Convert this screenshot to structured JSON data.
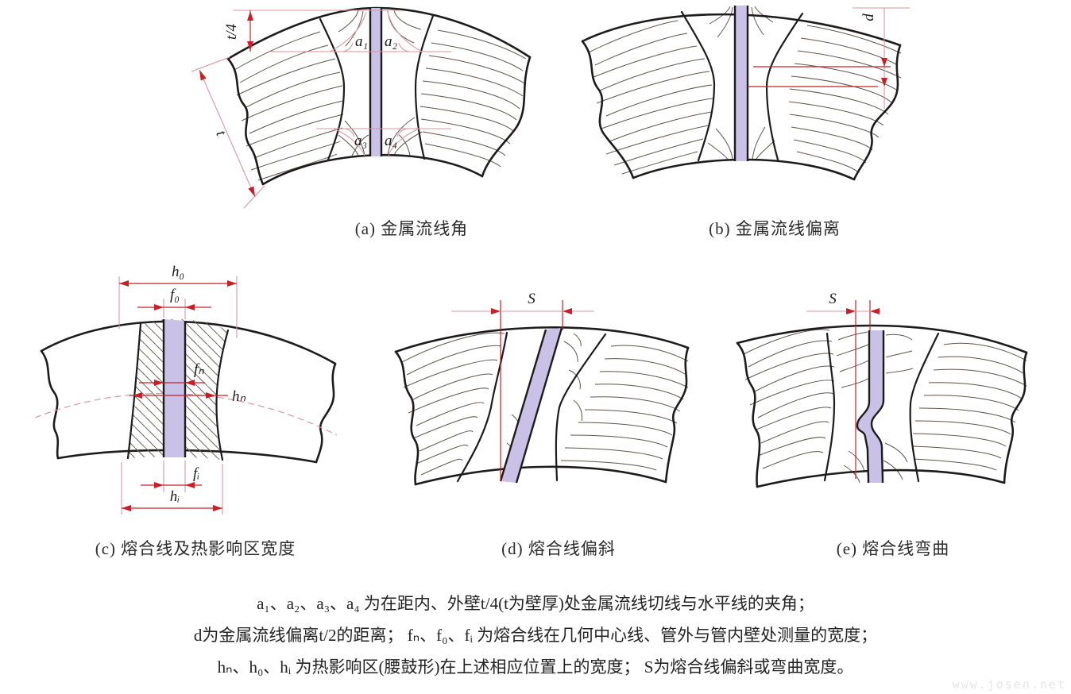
{
  "colors": {
    "weld_fill": "#cac1e7",
    "outline_black": "#1d1b1b",
    "flow_line_gray": "#5d554d",
    "dimension_red": "#c52127",
    "reference_pink": "#d796a2",
    "hatch_gray": "#6b645d",
    "text": "#2b2b2b",
    "watermark_gray": "#e6e6e6"
  },
  "figures": [
    {
      "id": "a",
      "caption": "(a) 金属流线角",
      "labels": {
        "a1": "a₁",
        "a2": "a₂",
        "a3": "a₃",
        "a4": "a₄",
        "t4": "t/4",
        "t": "t"
      }
    },
    {
      "id": "b",
      "caption": "(b) 金属流线偏离",
      "labels": {
        "d": "d"
      }
    },
    {
      "id": "c",
      "caption": "(c) 熔合线及热影响区宽度",
      "labels": {
        "h0": "h₀",
        "f0": "f₀",
        "fn": "fₙ",
        "hn": "hₙ",
        "fi": "fᵢ",
        "hi": "hᵢ"
      }
    },
    {
      "id": "d",
      "caption": "(d) 熔合线偏斜",
      "labels": {
        "s": "S"
      }
    },
    {
      "id": "e",
      "caption": "(e) 熔合线弯曲",
      "labels": {
        "s": "S"
      }
    }
  ],
  "notes": {
    "line1": "a₁、a₂、a₃、a₄ 为在距内、外壁t/4(t为壁厚)处金属流线切线与水平线的夹角；",
    "line2": "d为金属流线偏离t/2的距离；  fₙ、f₀、fᵢ 为熔合线在几何中心线、管外与管内壁处测量的宽度；",
    "line3": "hₙ、h₀、hᵢ 为热影响区(腰鼓形)在上述相应位置上的宽度；  S为熔合线偏斜或弯曲宽度。"
  },
  "watermark": "www.josen.net"
}
